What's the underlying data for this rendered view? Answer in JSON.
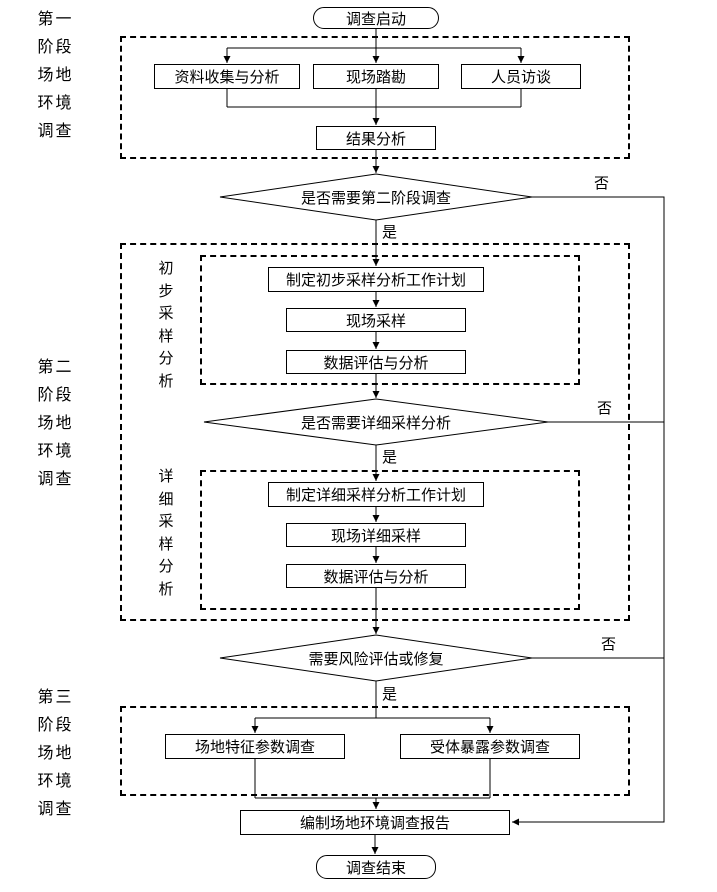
{
  "phases": {
    "phase1": "第一阶段场地环境调查",
    "phase2": "第二阶段场地环境调查",
    "phase3": "第三阶段场地环境调查"
  },
  "subgroups": {
    "preliminary": "初步采样分析",
    "detailed": "详细采样分析"
  },
  "nodes": {
    "start": "调查启动",
    "data_collection": "资料收集与分析",
    "site_reconnaissance": "现场踏勘",
    "interviews": "人员访谈",
    "result_analysis": "结果分析",
    "decision_phase2": "是否需要第二阶段调查",
    "preliminary_plan": "制定初步采样分析工作计划",
    "field_sampling": "现场采样",
    "data_evaluation_1": "数据评估与分析",
    "decision_detailed": "是否需要详细采样分析",
    "detailed_plan": "制定详细采样分析工作计划",
    "detailed_sampling": "现场详细采样",
    "data_evaluation_2": "数据评估与分析",
    "decision_risk": "需要风险评估或修复",
    "site_characteristic": "场地特征参数调查",
    "receptor_exposure": "受体暴露参数调查",
    "report": "编制场地环境调查报告",
    "end": "调查结束"
  },
  "branch_labels": {
    "yes": "是",
    "no": "否"
  }
}
